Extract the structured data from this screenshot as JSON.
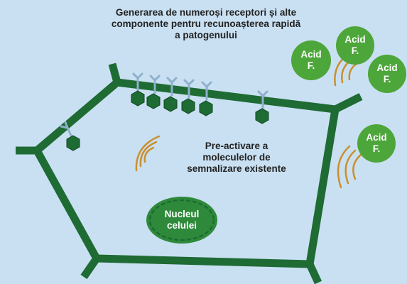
{
  "title_lines": [
    "Generarea de numeroși receptori și alte",
    "componente pentru recunoașterea rapidă",
    "a patogenului"
  ],
  "middle_lines": [
    "Pre-activare a",
    "moleculelor de",
    "semnalizare existente"
  ],
  "nucleus_lines": [
    "Nucleul",
    "celulei"
  ],
  "acid_label_line1": "Acid",
  "acid_label_line2": "F.",
  "pathogens": [
    {
      "line1": "Acid",
      "line2": "F."
    },
    {
      "line1": "Acid",
      "line2": "F."
    },
    {
      "line1": "Acid",
      "line2": "F."
    },
    {
      "line1": "Acid",
      "line2": "F."
    }
  ],
  "colors": {
    "background": "#c9e0f2",
    "cell_wall": "#1e6b34",
    "receptor": "#8fb0cc",
    "molecule": "#1e6b34",
    "pathogen": "#4da63a",
    "signal_wave": "#c9902e",
    "nucleus": "#2e8a3a"
  }
}
